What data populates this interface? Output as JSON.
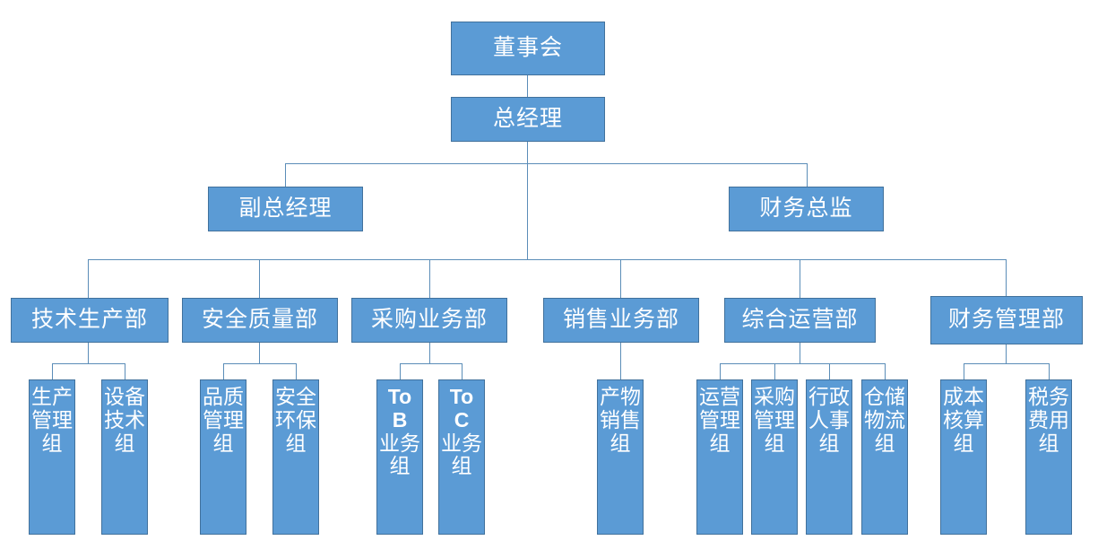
{
  "chart": {
    "type": "org-chart",
    "title": "",
    "box_fill_color": "#5b9bd5",
    "box_border_color": "#41719c",
    "connector_color": "#5b8db8",
    "text_color": "#ffffff",
    "background_color": "#ffffff"
  },
  "levels": {
    "level1": [
      {
        "id": "board",
        "label": "董事会"
      }
    ],
    "level2": [
      {
        "id": "gm",
        "label": "总经理"
      }
    ],
    "level3": [
      {
        "id": "deputy-gm",
        "label": "副总经理"
      },
      {
        "id": "cfo",
        "label": "财务总监"
      }
    ],
    "level4": [
      {
        "id": "dept-tech-production",
        "label": "技术生产部"
      },
      {
        "id": "dept-safety-quality",
        "label": "安全质量部"
      },
      {
        "id": "dept-purchasing",
        "label": "采购业务部"
      },
      {
        "id": "dept-sales",
        "label": "销售业务部"
      },
      {
        "id": "dept-operations",
        "label": "综合运营部"
      },
      {
        "id": "dept-finance",
        "label": "财务管理部"
      }
    ],
    "level5": [
      {
        "id": "team-production-mgmt",
        "label": "生产管理组",
        "parent": "dept-tech-production"
      },
      {
        "id": "team-equipment-tech",
        "label": "设备技术组",
        "parent": "dept-tech-production"
      },
      {
        "id": "team-quality-mgmt",
        "label": "品质管理组",
        "parent": "dept-safety-quality"
      },
      {
        "id": "team-safety-env",
        "label": "安全环保组",
        "parent": "dept-safety-quality"
      },
      {
        "id": "team-tob",
        "label": "To B业务组",
        "parent": "dept-purchasing",
        "latin_prefix": "To",
        "latin_second": "B",
        "cjk_rest": "业务组"
      },
      {
        "id": "team-toc",
        "label": "To C业务组",
        "parent": "dept-purchasing",
        "latin_prefix": "To",
        "latin_second": "C",
        "cjk_rest": "业务组"
      },
      {
        "id": "team-product-sales",
        "label": "产物销售组",
        "parent": "dept-sales"
      },
      {
        "id": "team-operations-mgmt",
        "label": "运营管理组",
        "parent": "dept-operations"
      },
      {
        "id": "team-purchase-mgmt",
        "label": "采购管理组",
        "parent": "dept-operations"
      },
      {
        "id": "team-admin-hr",
        "label": "行政人事组",
        "parent": "dept-operations"
      },
      {
        "id": "team-warehouse-logistics",
        "label": "仓储物流组",
        "parent": "dept-operations"
      },
      {
        "id": "team-cost-accounting",
        "label": "成本核算组",
        "parent": "dept-finance"
      },
      {
        "id": "team-tax-expense",
        "label": "税务费用组",
        "parent": "dept-finance"
      }
    ]
  }
}
